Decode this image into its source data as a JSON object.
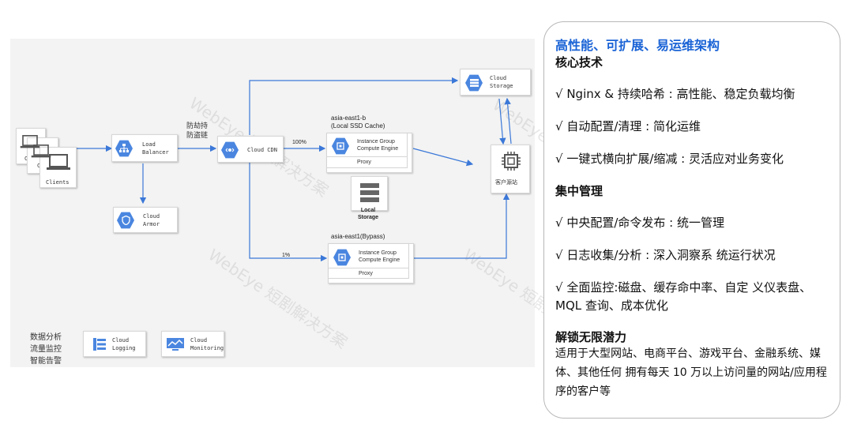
{
  "diagram": {
    "nodes": {
      "clients": "Clients",
      "clients_back1": "C",
      "clients_back2": "C",
      "load_balancer": "Load\nBalancer",
      "cloud_armor": "Cloud\nArmor",
      "cloud_cdn": "Cloud CDN",
      "cloud_storage": "Cloud\nStorage",
      "origin": "客户源站",
      "local_storage": "Local\nStorage",
      "cloud_logging": "Cloud\nLogging",
      "cloud_monitoring": "Cloud\nMonitoring"
    },
    "group_a": {
      "caption": "asia-east1-b\n(Local SSD Cache)",
      "engine": "Instance Group\nCompute Engine",
      "proxy": "Proxy"
    },
    "group_b": {
      "caption": "asia-east1(Bypass)",
      "engine": "Instance Group\nCompute Engine",
      "proxy": "Proxy"
    },
    "edge_labels": {
      "protect": "防劫持\n防盗链",
      "pct_100": "100%",
      "pct_1": "1%"
    },
    "ops_labels": "数据分析\n流量监控\n智能告警",
    "watermark": "WebEye 短剧解决方案",
    "accent_color": "#4a86e0"
  },
  "card": {
    "title": "高性能、可扩展、易运维架构",
    "section1": "核心技术",
    "items1": [
      "√ Nginx & 持续哈希 : 高性能、稳定负载均衡",
      "√ 自动配置/清理 : 简化运维",
      "√ 一键式横向扩展/缩减 : 灵活应对业务变化"
    ],
    "section2": "集中管理",
    "items2": [
      "√ 中央配置/命令发布 : 统一管理",
      "√ 日志收集/分析 : 深入洞察系 统运行状况",
      "√ 全面监控:磁盘、缓存命中率、自定 义仪表盘、",
      "MQL 查询、成本优化"
    ],
    "section3": "解锁无限潜力",
    "para3": "适用于大型网站、电商平台、游戏平台、金融系统、媒体、其他任何 拥有每天 10 万以上访问量的网站/应用程序的客户等",
    "title_color": "#1a63d6"
  }
}
